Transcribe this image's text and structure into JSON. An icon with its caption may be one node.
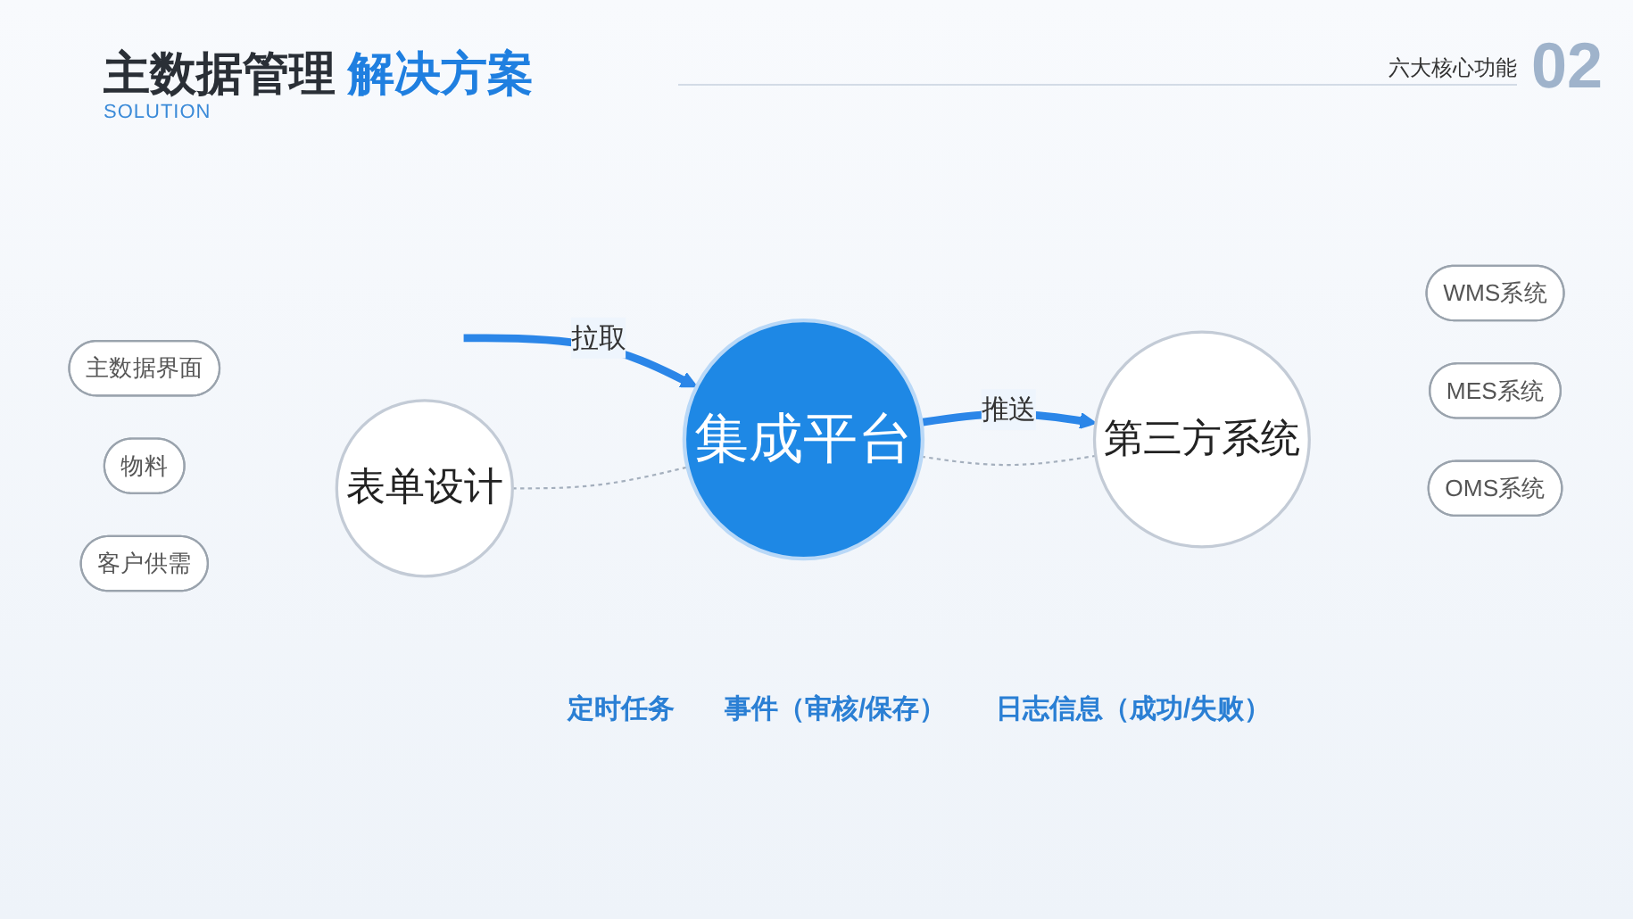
{
  "diagram": {
    "title": "主数据管理 解决方案",
    "nodes": [
      {
        "text": [
          "主数据界面"
        ]
      },
      {
        "text": [
          "物料"
        ]
      },
      {
        "text": [
          "客户供需"
        ]
      },
      {
        "text": [
          "表单设计"
        ]
      },
      {
        "text": [
          "集成平台"
        ]
      },
      {
        "text": [
          "第三方系统"
        ]
      },
      {
        "text": [
          "WMS系统"
        ]
      },
      {
        "text": [
          "MES系统"
        ]
      },
      {
        "text": [
          "OMS系统"
        ]
      }
    ],
    "edges": [
      {
        "from": null,
        "to": 4,
        "arrow": "to",
        "label": "拉取",
        "style": "thick",
        "color": "#2b86e8"
      },
      {
        "from": 4,
        "to": 5,
        "arrow": "to",
        "label": "推送",
        "style": "thick",
        "color": "#2b86e8"
      },
      {
        "from": 3,
        "to": 4,
        "arrow": "none",
        "style": "dashed",
        "color": "#a4afbd"
      },
      {
        "from": 4,
        "to": 5,
        "arrow": "none",
        "style": "dashed",
        "color": "#a4afbd"
      }
    ],
    "labels": [
      "SOLUTION",
      "六大核心功能",
      "02",
      "定时任务",
      "事件（审核/保存）",
      "日志信息（成功/失败）"
    ]
  }
}
